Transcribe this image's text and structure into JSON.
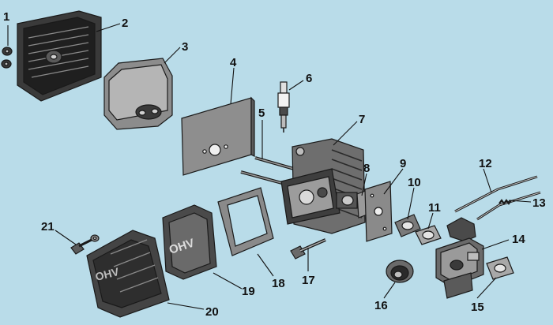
{
  "diagram": {
    "background": "#b9dce9",
    "part_colors": {
      "dark": "#2a2a2a",
      "mid": "#6e6e6e",
      "light": "#bdbdbd",
      "lighter": "#dedede"
    },
    "callouts": [
      "1",
      "2",
      "3",
      "4",
      "5",
      "6",
      "7",
      "8",
      "9",
      "10",
      "11",
      "12",
      "13",
      "14",
      "15",
      "16",
      "17",
      "18",
      "19",
      "20",
      "21"
    ],
    "logo_text": "OHV"
  }
}
